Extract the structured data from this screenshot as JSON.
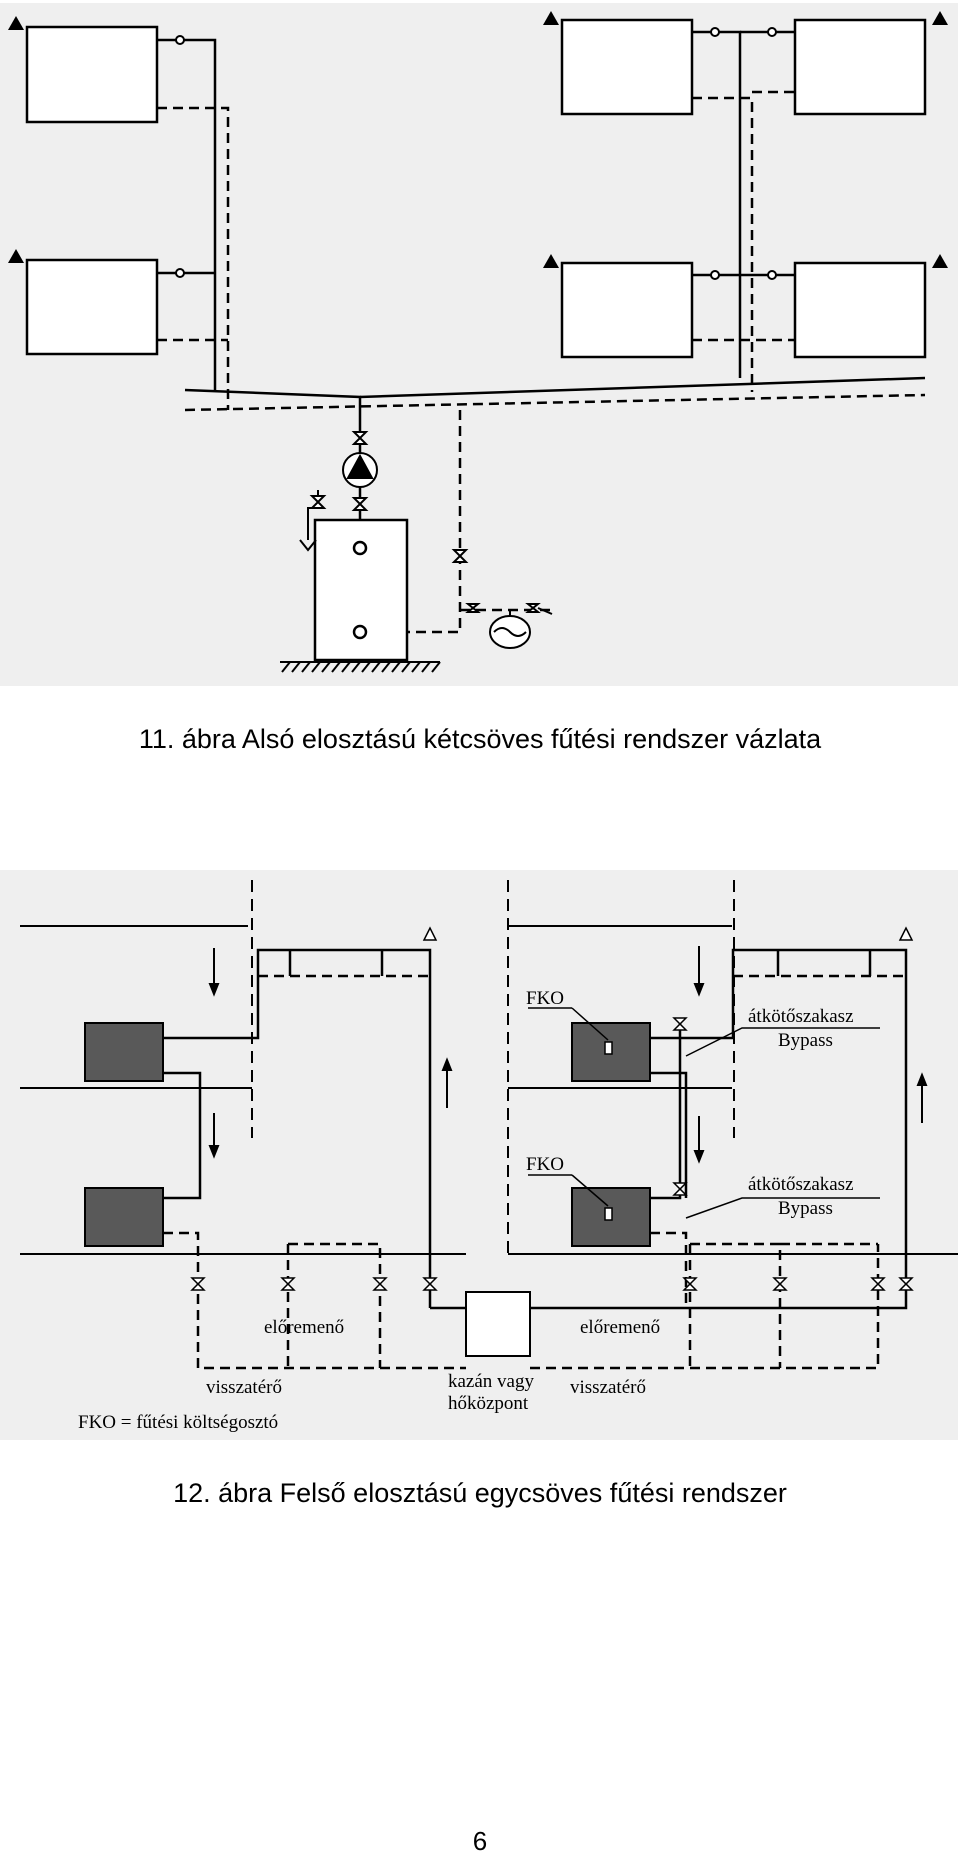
{
  "figure11": {
    "caption": "11. ábra Alsó elosztású kétcsöves fűtési rendszer vázlata"
  },
  "figure12": {
    "caption": "12. ábra Felső elosztású egycsöves fűtési rendszer",
    "labels": {
      "fko_top": "FKO",
      "fko_bottom": "FKO",
      "bypass_top_line1": "átkötőszakasz",
      "bypass_top_line2": "Bypass",
      "bypass_bottom_line1": "átkötőszakasz",
      "bypass_bottom_line2": "Bypass",
      "eloremeno_left": "előremenő",
      "eloremeno_right": "előremenő",
      "visszatero_left": "visszatérő",
      "visszatero_right": "visszatérő",
      "boiler_line1": "kazán vagy",
      "boiler_line2": "hőközpont",
      "legend": "FKO = fűtési költségosztó"
    }
  },
  "page": {
    "number": "6"
  }
}
